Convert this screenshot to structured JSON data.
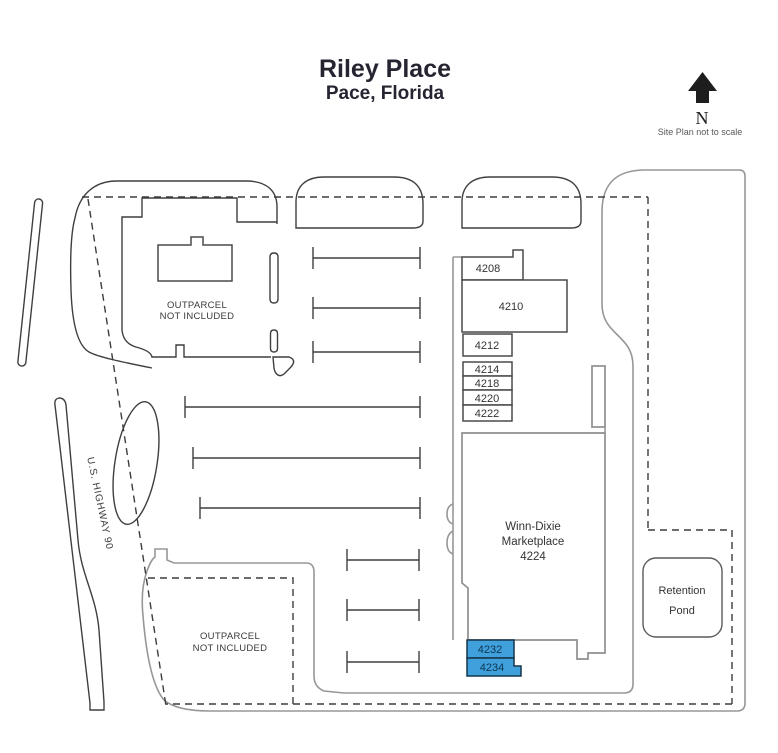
{
  "title": "Riley Place",
  "subtitle": "Pace, Florida",
  "compass": {
    "direction": "N",
    "note": "Site Plan not to scale"
  },
  "highway": {
    "label": "U.S. HIGHWAY 90"
  },
  "outparcels": [
    {
      "line1": "OUTPARCEL",
      "line2": "NOT INCLUDED"
    },
    {
      "line1": "OUTPARCEL",
      "line2": "NOT INCLUDED"
    }
  ],
  "retention_pond": {
    "line1": "Retention",
    "line2": "Pond"
  },
  "anchor": {
    "line1": "Winn-Dixie",
    "line2": "Marketplace",
    "number": "4224"
  },
  "units": [
    {
      "id": "4208",
      "highlighted": false
    },
    {
      "id": "4210",
      "highlighted": false
    },
    {
      "id": "4212",
      "highlighted": false
    },
    {
      "id": "4214",
      "highlighted": false
    },
    {
      "id": "4218",
      "highlighted": false
    },
    {
      "id": "4220",
      "highlighted": false
    },
    {
      "id": "4222",
      "highlighted": false
    },
    {
      "id": "4232",
      "highlighted": true
    },
    {
      "id": "4234",
      "highlighted": true
    }
  ],
  "colors": {
    "highlight": "#3fa0dc",
    "highlight_text": "#0e3652",
    "line_dark": "#3f3f3f",
    "line_gray": "#979797",
    "title_text": "#262430"
  }
}
